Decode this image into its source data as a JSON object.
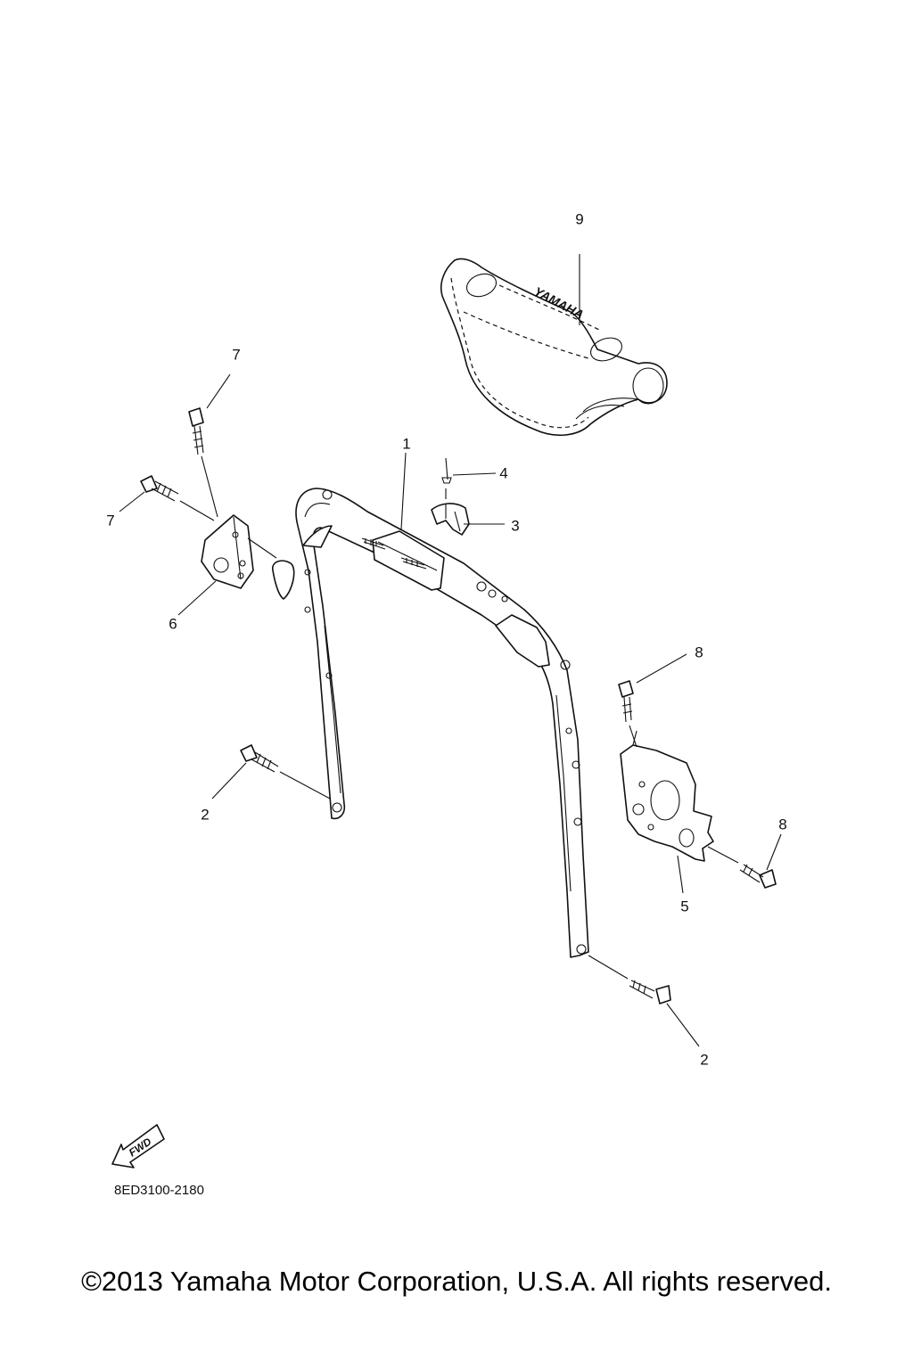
{
  "callouts": {
    "c9": "9",
    "c7a": "7",
    "c7b": "7",
    "c1": "1",
    "c4": "4",
    "c3": "3",
    "c6": "6",
    "c8a": "8",
    "c8b": "8",
    "c5": "5",
    "c2a": "2",
    "c2b": "2"
  },
  "pad_logo": "YAMAHA",
  "fwd_label": "FWD",
  "diagram_code": "8ED3100-2180",
  "copyright": "©2013 Yamaha Motor Corporation, U.S.A. All rights reserved."
}
